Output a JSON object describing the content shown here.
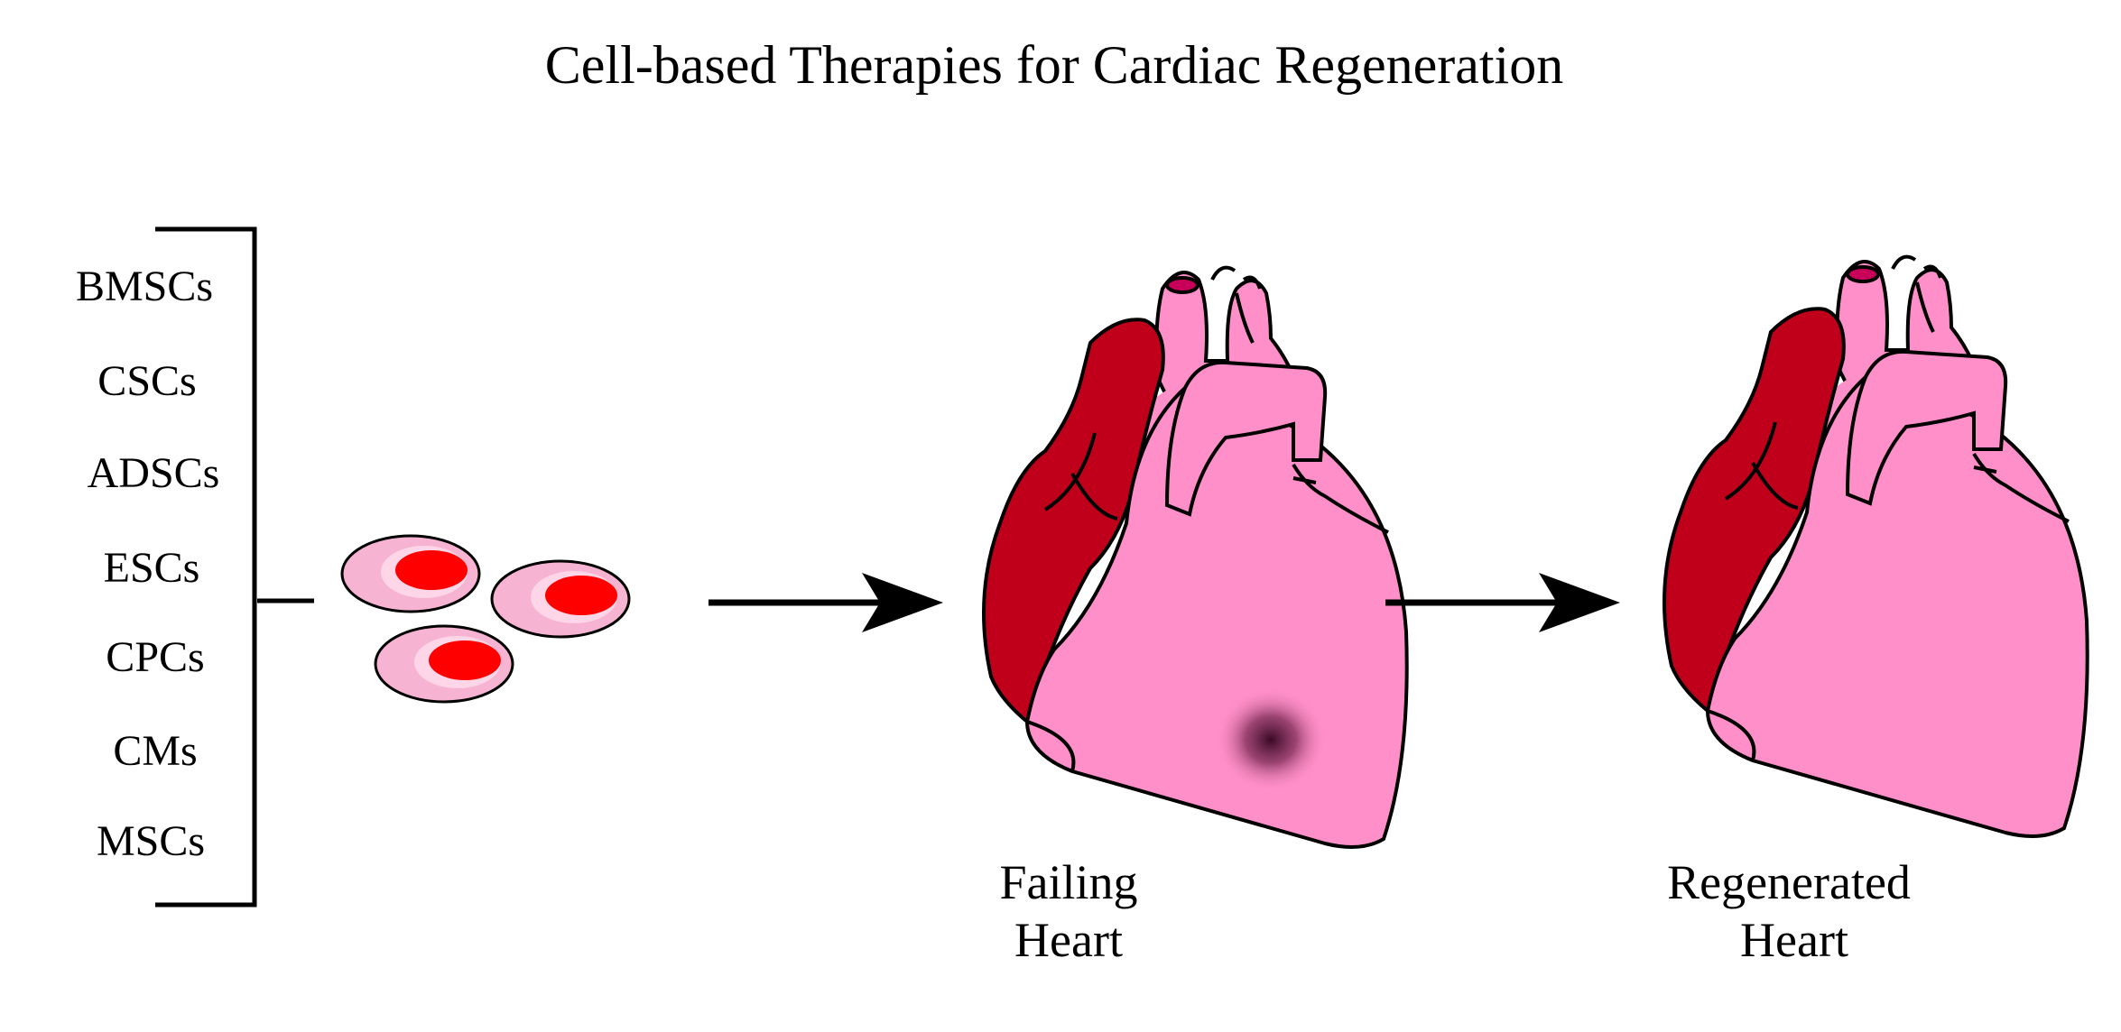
{
  "title": "Cell-based Therapies for Cardiac Regeneration",
  "cell_types": [
    "BMSCs",
    "CSCs",
    "ADSCs",
    "ESCs",
    "CPCs",
    "CMs",
    "MSCs"
  ],
  "hearts": {
    "failing": {
      "line1": "Failing",
      "line2": "Heart"
    },
    "regenerated": {
      "line1": "Regenerated",
      "line2": "Heart"
    }
  },
  "colors": {
    "heart_pink": "#ff8fc8",
    "atrium_red": "#c0001a",
    "vessel_lumen": "#c8005a",
    "cell_outer": "#f7b3d2",
    "cell_ring": "#ffd6e8",
    "cell_nucleus": "#ff0000",
    "damage": "#3a0a25",
    "outline": "#000000"
  }
}
